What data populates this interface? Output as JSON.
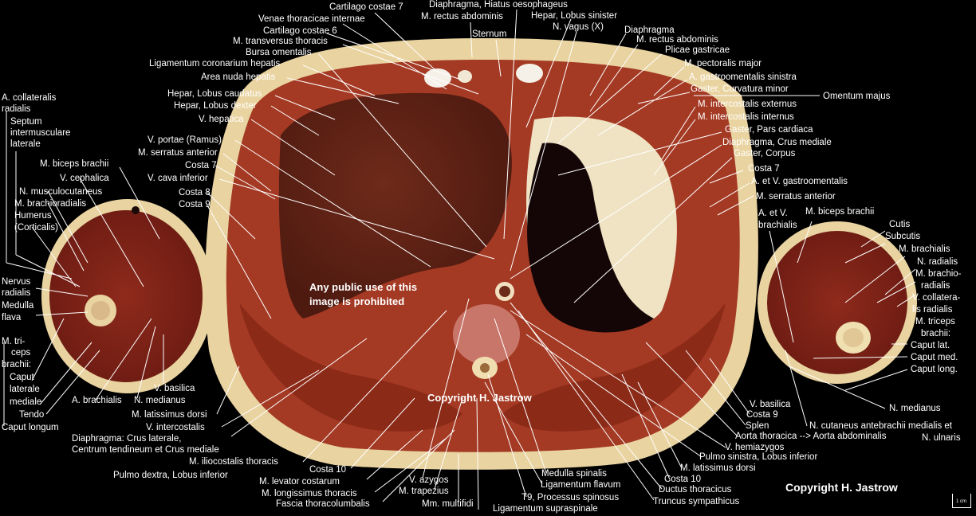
{
  "labels": {
    "cart_cost7": "Cartilago costae 7",
    "venae_thor": "Venae thoracicae internae",
    "cart_cost6": "Cartilago costae 6",
    "m_transv": "M. transversus thoracis",
    "bursa": "Bursa omentalis",
    "lig_coron": "Ligamentum coronarium hepatis",
    "area_nuda": "Area nuda hepatis",
    "hepar_caud": "Hepar, Lobus caudatus",
    "hepar_dext": "Hepar, Lobus dexter",
    "v_hepatica": "V. hepatica",
    "v_portae": "V. portae (Ramus)",
    "m_serratus_l": "M. serratus anterior",
    "costa7_l": "Costa 7",
    "v_cava": "V. cava inferior",
    "costa8": "Costa 8",
    "costa9_l": "Costa 9",
    "diaphr_hiatus": "Diaphragma, Hiatus oesophageus",
    "m_rectus_top": "M. rectus abdominis",
    "sternum": "Sternum",
    "hepar_sin": "Hepar, Lobus sinister",
    "n_vagus": "N. vagus (X)",
    "diaphragma": "Diaphragma",
    "m_rectus_r": "M. rectus abdominis",
    "plicae": "Plicae gastricae",
    "m_pect": "M. pectoralis major",
    "a_gastro_sin": "A. gastroomentalis sinistra",
    "gaster_curv": "Gaster, Curvatura minor",
    "omentum": "Omentum majus",
    "m_interc_ext": "M. intercostalis externus",
    "m_interc_int": "M. intercostalis internus",
    "gaster_card": "Gaster, Pars cardiaca",
    "diaphr_crus": "Diaphragma, Crus mediale",
    "gaster_corp": "Gaster, Corpus",
    "costa7_r": "Costa 7",
    "a_v_gastro": "A. et V. gastroomentalis",
    "m_serratus_r": "M. serratus anterior",
    "a_coll_rad_l1": "A. collateralis",
    "a_coll_rad_l2": "radialis",
    "septum_l1": "Septum",
    "septum_l2": "intermusculare",
    "septum_l3": "laterale",
    "m_biceps_l": "M. biceps brachii",
    "v_cephalica": "V. cephalica",
    "n_musculo": "N. musculocutaneus",
    "m_brachiorad_l": "M. brachioradialis",
    "humerus_l1": "Humerus",
    "humerus_l2": "(Corticalis)",
    "nervus_rad_l1": "Nervus",
    "nervus_rad_l2": "radialis",
    "medulla_l1": "Medulla",
    "medulla_l2": "flava",
    "m_tri_l1": "M. tri-",
    "m_tri_l2": "ceps",
    "m_tri_l3": "brachii:",
    "caput_lat_l1": "Caput",
    "caput_lat_l2": "laterale",
    "mediale": "mediale",
    "tendo": "Tendo",
    "caput_longum": "Caput longum",
    "a_brachialis_l": "A. brachialis",
    "n_medianus_l": "N. medianus",
    "v_basilica_l": "V. basilica",
    "m_latiss_l": "M. latissimus dorsi",
    "v_interc": "V. intercostalis",
    "diaphr_crus_lat1": "Diaphragma: Crus laterale,",
    "diaphr_crus_lat2": "Centrum tendineum et Crus mediale",
    "m_iliocost": "M. iliocostalis thoracis",
    "pulmo_dext": "Pulmo dextra, Lobus inferior",
    "costa10_l": "Costa 10",
    "m_levator": "M. levator costarum",
    "m_longiss": "M. longissimus thoracis",
    "fascia": "Fascia thoracolumbalis",
    "v_azygos": "V. azygos",
    "m_trapez": "M. trapezius",
    "mm_multif": "Mm. multifidi",
    "lig_supra": "Ligamentum supraspinale",
    "t9": "T9, Processus spinosus",
    "lig_flavum": "Ligamentum flavum",
    "medulla_sp": "Medulla spinalis",
    "truncus": "Truncus sympathicus",
    "ductus": "Ductus thoracicus",
    "costa10_r": "Costa 10",
    "m_latiss_r": "M. latissimus dorsi",
    "pulmo_sin": "Pulmo sinistra, Lobus inferior",
    "v_hemiaz": "V. hemiazygos",
    "aorta": "Aorta thoracica --> Aorta abdominalis",
    "splen": "Splen",
    "costa9_r": "Costa 9",
    "v_basilica_r": "V. basilica",
    "a_v_brach_l1": "A. et V.",
    "a_v_brach_l2": "brachialis",
    "m_biceps_r": "M. biceps brachii",
    "cutis": "Cutis",
    "subcutis": "Subcutis",
    "m_brachialis_r": "M. brachialis",
    "n_radialis_r": "N. radialis",
    "m_brachio_r1": "M. brachio-",
    "m_brachio_r2": "radialis",
    "v_coll_r1": "V. collatera-",
    "v_coll_r2": "lis radialis",
    "m_triceps_r1": "M. triceps",
    "m_triceps_r2": "brachii:",
    "caput_lat_r": "Caput lat.",
    "caput_med_r": "Caput med.",
    "caput_long_r": "Caput long.",
    "n_medianus_r": "N. medianus",
    "n_cutan1": "N. cutaneus antebrachii medialis et",
    "n_cutan2": "N. ulnaris"
  },
  "notices": {
    "public_use1": "Any public use of this",
    "public_use2": "image is prohibited",
    "copyright_center": "Copyright H. Jastrow",
    "copyright_corner": "Copyright H. Jastrow",
    "scale": "1 cm"
  }
}
